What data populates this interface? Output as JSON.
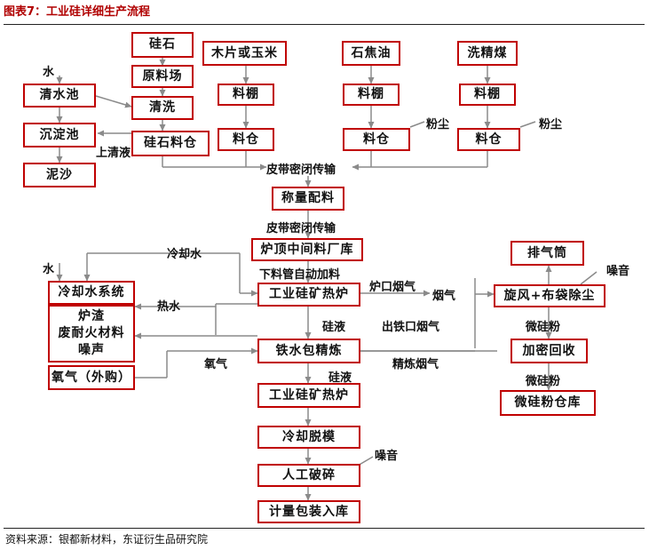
{
  "header": {
    "title": "图表7：工业硅详细生产流程"
  },
  "footer": {
    "source": "资料来源：银都新材料，东证衍生品研究院"
  },
  "diagram": {
    "nodes": {
      "quartz": "硅石",
      "raw_yard": "原料场",
      "wash": "清洗",
      "quartz_bin": "硅石料仓",
      "wood": "木片或玉米",
      "wood_shed": "料棚",
      "wood_bin": "料仓",
      "coke": "石焦油",
      "coke_shed": "料棚",
      "coke_bin": "料仓",
      "coal": "洗精煤",
      "coal_shed": "料棚",
      "coal_bin": "料仓",
      "clear_pool": "清水池",
      "settle_pool": "沉淀池",
      "sludge": "泥沙",
      "weigh": "称量配料",
      "furnace_top": "炉顶中间料厂库",
      "furnace1": "工业硅矿热炉",
      "cooling_sys": "冷却水系统",
      "waste": "炉渣\n废耐火材料\n噪声",
      "oxygen": "氧气（外购）",
      "refine": "铁水包精炼",
      "furnace2": "工业硅矿热炉",
      "demold": "冷却脱模",
      "crush": "人工破碎",
      "package": "计量包装入库",
      "stack": "排气筒",
      "dust_removal": "旋风+布袋除尘",
      "recovery": "加密回收",
      "powder_store": "微硅粉仓库"
    },
    "labels": {
      "water1": "水",
      "supernatant": "上清液",
      "conveyor1": "皮带密闭传输",
      "conveyor2": "皮带密闭传输",
      "dust1": "粉尘",
      "dust2": "粉尘",
      "cooling_water": "冷却水",
      "water2": "水",
      "feed_pipe": "下料管自动加料",
      "furnace_fume": "炉口烟气",
      "flue_gas": "烟气",
      "hot_water": "热水",
      "silicon_liquid1": "硅液",
      "tap_fume": "出铁口烟气",
      "oxygen_label": "氧气",
      "refine_fume": "精炼烟气",
      "silicon_liquid2": "硅液",
      "noise1": "噪音",
      "noise2": "噪音",
      "micro_powder1": "微硅粉",
      "micro_powder2": "微硅粉"
    }
  }
}
